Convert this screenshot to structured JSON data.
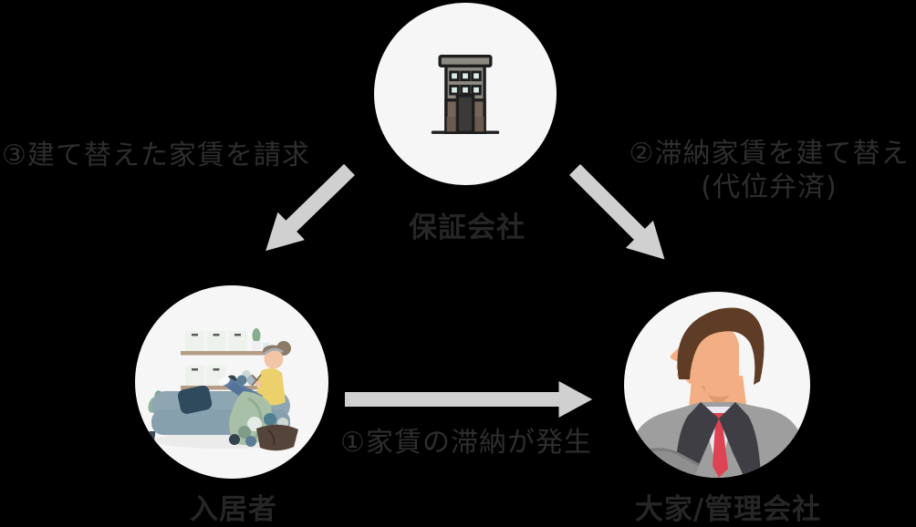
{
  "theme": {
    "background_color": "#000000",
    "circle_fill": "#f6f6f6",
    "arrow_color": "#d0d0d0",
    "annotation_text_color": "#2e2e2e",
    "label_text_color": "#262626"
  },
  "nodes": {
    "guarantor": {
      "label": "保証会社",
      "icon": "office-building-icon"
    },
    "tenant": {
      "label": "入居者",
      "icon": "tenant-knitting-illustration"
    },
    "landlord": {
      "label": "大家/管理会社",
      "icon": "landlord-suit-illustration"
    }
  },
  "steps": [
    {
      "label": "①家賃の滞納が発生",
      "from": "tenant",
      "to": "landlord"
    },
    {
      "label_line1": "②滞納家賃を建て替え",
      "label_line2": "(代位弁済)",
      "from": "guarantor",
      "to": "landlord"
    },
    {
      "label": "③建て替えた家賃を請求",
      "from": "guarantor",
      "to": "tenant"
    }
  ]
}
